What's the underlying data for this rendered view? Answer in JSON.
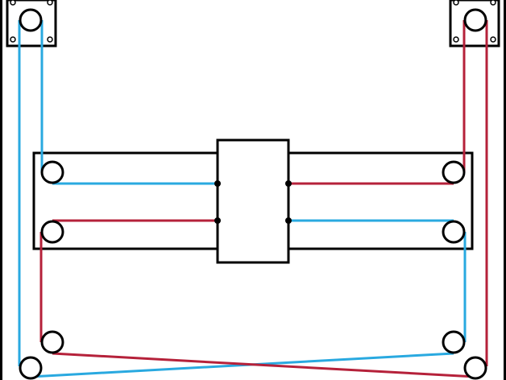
{
  "diagram": {
    "colors": {
      "background": "#ffffff",
      "outline": "#000000",
      "belt_blue": "#29a9e0",
      "belt_red": "#b5213a"
    },
    "components": {
      "motors": [
        "motor-left",
        "motor-right"
      ],
      "pulleys": [
        "rail-pulley-left-top",
        "rail-pulley-left-bottom",
        "rail-pulley-right-top",
        "rail-pulley-right-bottom",
        "corner-pulley-left-inner",
        "corner-pulley-left-outer",
        "corner-pulley-right-inner",
        "corner-pulley-right-outer"
      ],
      "belts": [
        "blue",
        "red"
      ]
    }
  }
}
